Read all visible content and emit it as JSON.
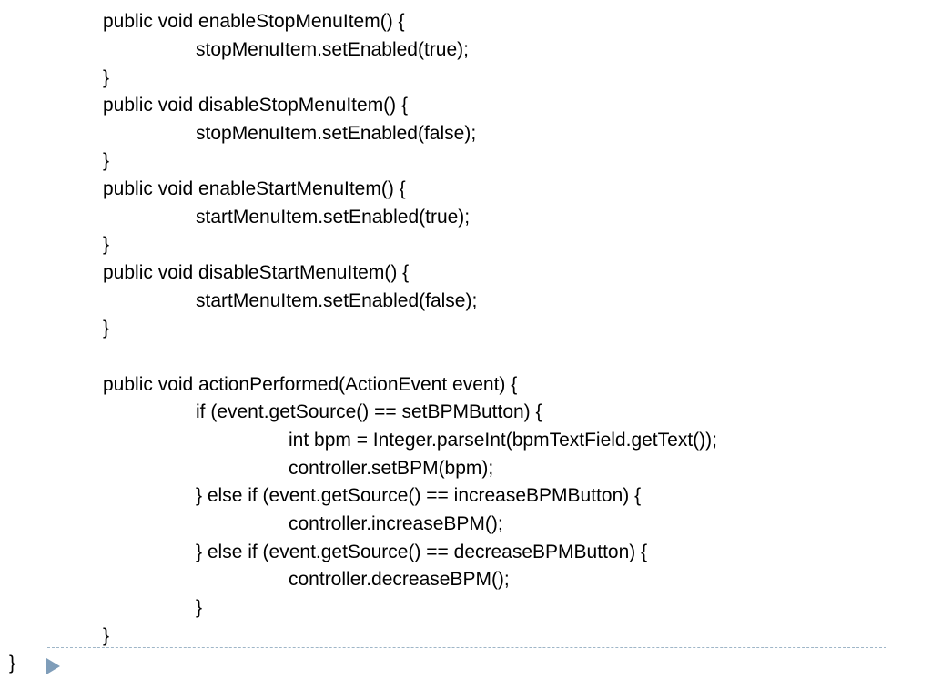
{
  "code": {
    "lines": [
      "public void enableStopMenuItem() {",
      "stopMenuItem.setEnabled(true);",
      "}",
      "public void disableStopMenuItem() {",
      "stopMenuItem.setEnabled(false);",
      "}",
      "public void enableStartMenuItem() {",
      "startMenuItem.setEnabled(true);",
      "}",
      "public void disableStartMenuItem() {",
      "startMenuItem.setEnabled(false);",
      "}",
      "public void actionPerformed(ActionEvent event) {",
      "if (event.getSource() == setBPMButton) {",
      "int bpm = Integer.parseInt(bpmTextField.getText());",
      "controller.setBPM(bpm);",
      "} else if (event.getSource() == increaseBPMButton) {",
      "controller.increaseBPM();",
      "} else if (event.getSource() == decreaseBPMButton) {",
      "controller.decreaseBPM();",
      "}",
      "}",
      "}"
    ]
  },
  "footer": {
    "bullet_icon": "triangle-bullet-icon",
    "accent_color": "#7f9db9"
  }
}
